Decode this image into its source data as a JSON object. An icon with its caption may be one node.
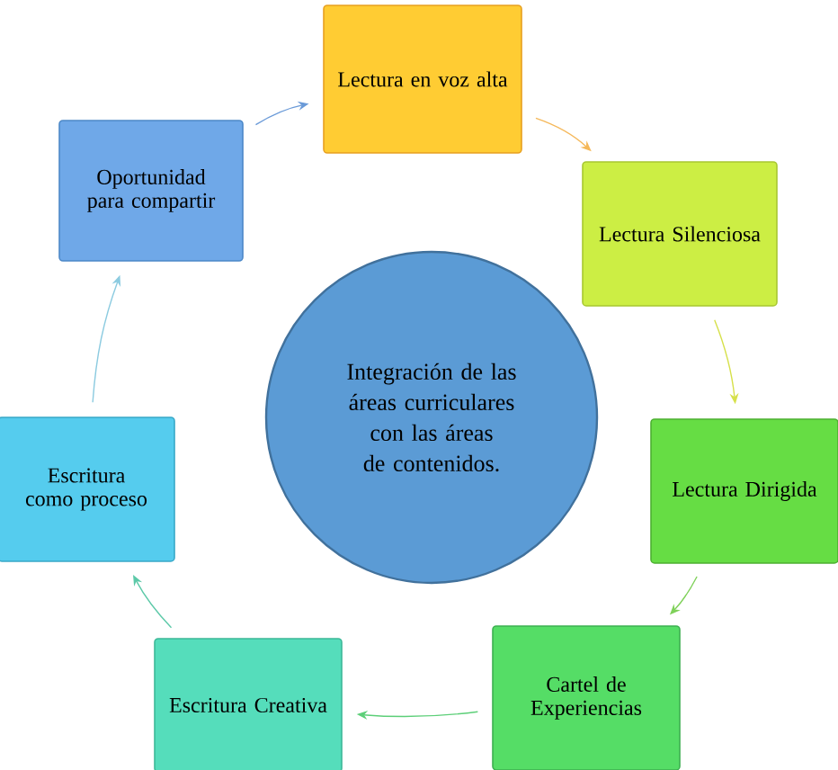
{
  "diagram": {
    "nodes": [
      {
        "text": [
          "Lectura en voz alta"
        ]
      },
      {
        "text": [
          "Lectura Silenciosa"
        ]
      },
      {
        "text": [
          "Lectura Dirigida"
        ]
      },
      {
        "text": [
          "Cartel de Experiencias"
        ]
      },
      {
        "text": [
          "Escritura Creativa"
        ]
      },
      {
        "text": [
          "Escritura como proceso"
        ]
      },
      {
        "text": [
          "Oportunidad para compartir"
        ]
      },
      {
        "text": [
          "Integración de las áreas curriculares con las áreas de contenidos."
        ]
      }
    ],
    "edges": [
      {
        "from": 0,
        "to": 1,
        "arrow": "to",
        "color": "#f5b85a"
      },
      {
        "from": 1,
        "to": 2,
        "arrow": "to",
        "color": "#d6e04a"
      },
      {
        "from": 2,
        "to": 3,
        "arrow": "to",
        "color": "#7fd15a"
      },
      {
        "from": 3,
        "to": 4,
        "arrow": "to",
        "color": "#5ccf78"
      },
      {
        "from": 4,
        "to": 5,
        "arrow": "to",
        "color": "#5cc9a8"
      },
      {
        "from": 5,
        "to": 6,
        "arrow": "to",
        "color": "#8ccbe0"
      },
      {
        "from": 6,
        "to": 0,
        "arrow": "to",
        "color": "#6a9ad8"
      }
    ]
  }
}
